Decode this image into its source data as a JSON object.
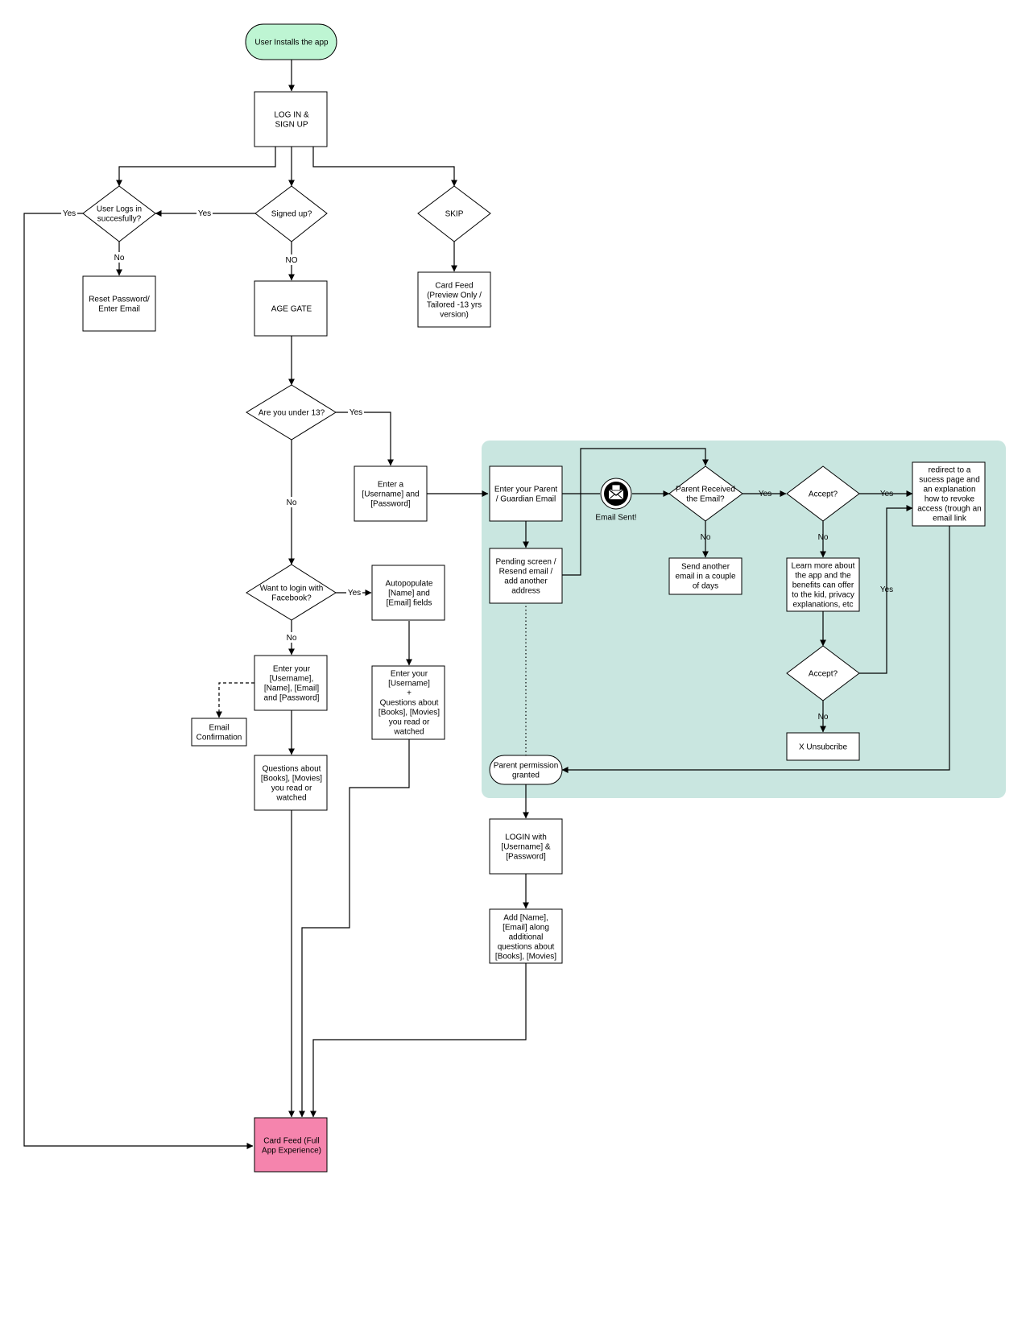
{
  "colors": {
    "start_fill": "#bef5d3",
    "end_fill": "#f584ad",
    "parent_region_fill": "#c9e6e0",
    "line": "#000000",
    "box_fill": "#ffffff"
  },
  "nodes": {
    "start": "User Installs the app",
    "login_signup": "LOG IN &\nSIGN UP",
    "signed_up": "Signed up?",
    "user_logs_in": "User Logs in\nsuccesfully?",
    "skip": "SKIP",
    "reset_password": "Reset Password/\nEnter Email",
    "age_gate": "AGE GATE",
    "card_feed_preview": "Card Feed\n(Preview Only /\nTailored -13 yrs\nversion)",
    "under_13": "Are you under 13?",
    "enter_username_password": "Enter a\n[Username] and\n[Password]",
    "enter_parent_email": "Enter your Parent\n/ Guardian Email",
    "email_sent": "Email Sent!",
    "parent_received": "Parent Received\nthe Email?",
    "accept_1": "Accept?",
    "redirect_success": "redirect to a\nsucess page and\nan explanation\nhow to revoke\naccess (trough an\nemail link",
    "pending_screen": "Pending screen /\nResend email /\nadd another\naddress",
    "send_another_email": "Send another\nemail in a couple\nof days",
    "learn_more": "Learn more about\nthe app and the\nbenefits can offer\nto the kid, privacy\nexplanations, etc",
    "accept_2": "Accept?",
    "unsubscribe": "X Unsubcribe",
    "parent_permission": "Parent permission\ngranted",
    "want_facebook": "Want to login with\nFacebook?",
    "autopopulate": "Autopopulate\n[Name] and\n[Email] fields",
    "enter_full_details": "Enter  your\n[Username],\n[Name], [Email]\nand [Password]",
    "email_confirmation": "Email\nConfirmation",
    "enter_username_questions": "Enter  your\n[Username]\n+\nQuestions about\n[Books], [Movies]\nyou read or\nwatched",
    "questions_books_movies": "Questions about\n[Books], [Movies]\nyou read or\nwatched",
    "login_with_username": "LOGIN with\n[Username] &\n[Password]",
    "add_name_email": "Add [Name],\n[Email] along\nadditional\nquestions about\n[Books], [Movies]",
    "card_feed_full": "Card Feed (Full\nApp Experience)"
  },
  "edge_labels": {
    "yes": "Yes",
    "no": "No",
    "no_caps": "NO"
  },
  "icons": {
    "email_sent": "envelope-icon"
  }
}
